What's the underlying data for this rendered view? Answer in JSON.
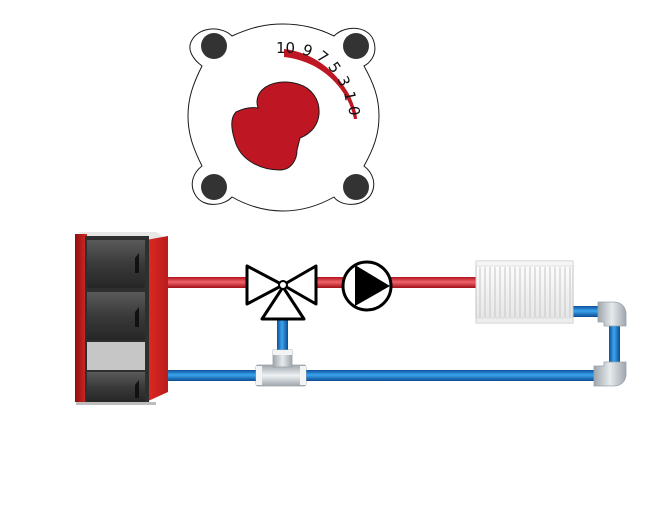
{
  "valve_dial": {
    "scale_labels": [
      "10",
      "9",
      "7",
      "5",
      "3",
      "1",
      "0"
    ]
  },
  "colors": {
    "supply_pipe": "#d8313a",
    "return_pipe": "#1b78c9",
    "boiler_red": "#c71f24",
    "dial_red": "#be1622",
    "bolt": "#333333",
    "fitting": "#c9cfd4"
  },
  "icons": [
    "boiler-icon",
    "three-way-mixing-valve-icon",
    "circulation-pump-icon",
    "radiator-icon",
    "tee-fitting-icon",
    "elbow-fitting-icon"
  ]
}
